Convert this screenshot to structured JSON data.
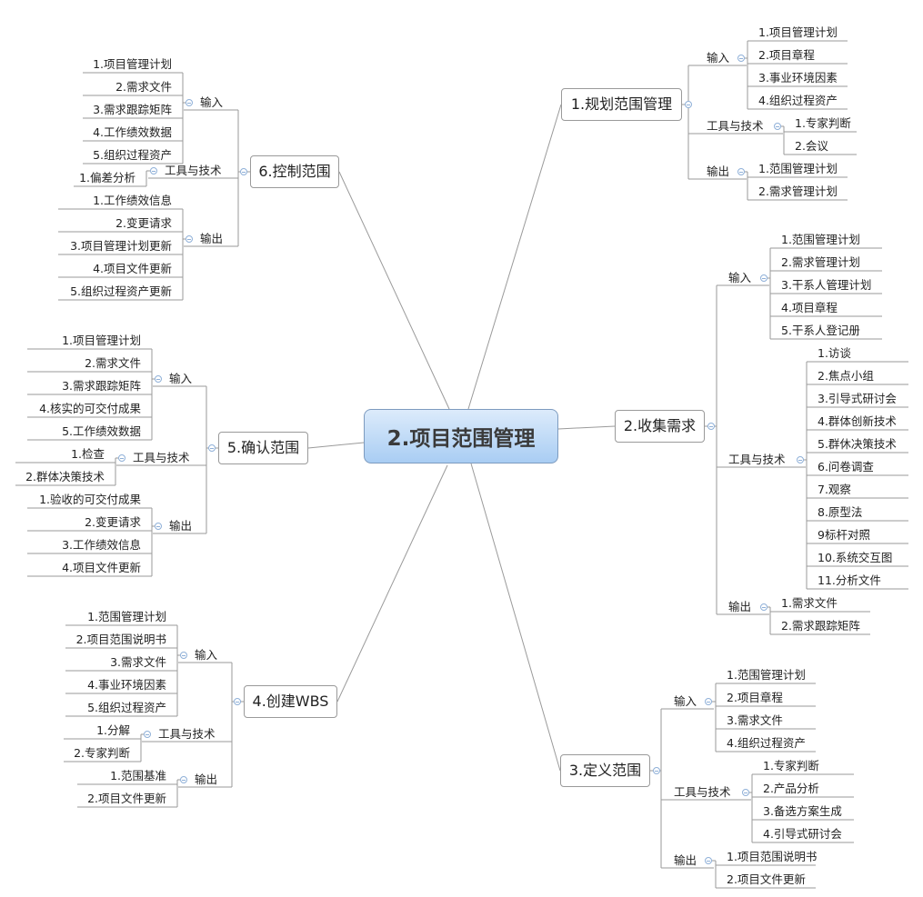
{
  "root": "2.项目范围管理",
  "branches": [
    {
      "id": "b1",
      "label": "1.规划范围管理",
      "groups": [
        {
          "label": "输入",
          "items": [
            "1.项目管理计划",
            "2.项目章程",
            "3.事业环境因素",
            "4.组织过程资产"
          ]
        },
        {
          "label": "工具与技术",
          "items": [
            "1.专家判断",
            "2.会议"
          ]
        },
        {
          "label": "输出",
          "items": [
            "1.范围管理计划",
            "2.需求管理计划"
          ]
        }
      ]
    },
    {
      "id": "b2",
      "label": "2.收集需求",
      "groups": [
        {
          "label": "输入",
          "items": [
            "1.范围管理计划",
            "2.需求管理计划",
            "3.干系人管理计划",
            "4.项目章程",
            "5.干系人登记册"
          ]
        },
        {
          "label": "工具与技术",
          "items": [
            "1.访谈",
            "2.焦点小组",
            "3.引导式研讨会",
            "4.群体创新技术",
            "5.群休决策技术",
            "6.问卷调查",
            "7.观察",
            "8.原型法",
            "9标杆对照",
            "10.系统交互图",
            "11.分析文件"
          ]
        },
        {
          "label": "输出",
          "items": [
            "1.需求文件",
            "2.需求跟踪矩阵"
          ]
        }
      ]
    },
    {
      "id": "b3",
      "label": "3.定义范围",
      "groups": [
        {
          "label": "输入",
          "items": [
            "1.范围管理计划",
            "2.项目章程",
            "3.需求文件",
            "4.组织过程资产"
          ]
        },
        {
          "label": "工具与技术",
          "items": [
            "1.专家判断",
            "2.产品分析",
            "3.备选方案生成",
            "4.引导式研讨会"
          ]
        },
        {
          "label": "输出",
          "items": [
            "1.项目范围说明书",
            "2.项目文件更新"
          ]
        }
      ]
    },
    {
      "id": "b4",
      "label": "4.创建WBS",
      "groups": [
        {
          "label": "输入",
          "items": [
            "1.范围管理计划",
            "2.项目范围说明书",
            "3.需求文件",
            "4.事业环境因素",
            "5.组织过程资产"
          ]
        },
        {
          "label": "工具与技术",
          "items": [
            "1.分解",
            "2.专家判断"
          ]
        },
        {
          "label": "输出",
          "items": [
            "1.范围基准",
            "2.项目文件更新"
          ]
        }
      ]
    },
    {
      "id": "b5",
      "label": "5.确认范围",
      "groups": [
        {
          "label": "输入",
          "items": [
            "1.项目管理计划",
            "2.需求文件",
            "3.需求跟踪矩阵",
            "4.核实的可交付成果",
            "5.工作绩效数据"
          ]
        },
        {
          "label": "工具与技术",
          "items": [
            "1.检查",
            "2.群体决策技术"
          ]
        },
        {
          "label": "输出",
          "items": [
            "1.验收的可交付成果",
            "2.变更请求",
            "3.工作绩效信息",
            "4.项目文件更新"
          ]
        }
      ]
    },
    {
      "id": "b6",
      "label": "6.控制范围",
      "groups": [
        {
          "label": "输入",
          "items": [
            "1.项目管理计划",
            "2.需求文件",
            "3.需求跟踪矩阵",
            "4.工作绩效数据",
            "5.组织过程资产"
          ]
        },
        {
          "label": "工具与技术",
          "items": [
            "1.偏差分析"
          ]
        },
        {
          "label": "输出",
          "items": [
            "1.工作绩效信息",
            "2.变更请求",
            "3.项目管理计划更新",
            "4.项目文件更新",
            "5.组织过程资产更新"
          ]
        }
      ]
    }
  ]
}
